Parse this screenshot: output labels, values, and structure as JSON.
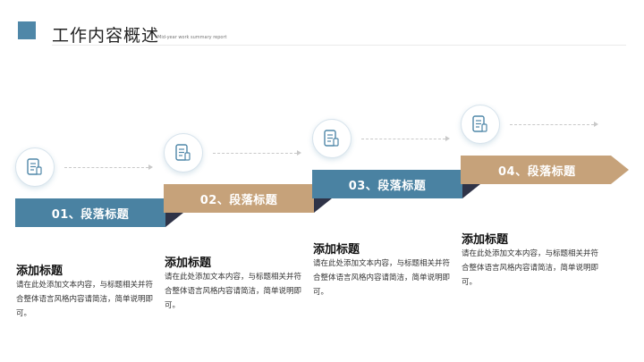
{
  "header": {
    "title": "工作内容概述",
    "subtitle": "Mid-year work summary report"
  },
  "colors": {
    "blue": "#4a82a2",
    "tan": "#c6a27a",
    "dark_fold": "#2f3347"
  },
  "steps": [
    {
      "label": "01、段落标题",
      "color": "blue",
      "icon": "document-icon",
      "title": "添加标题",
      "text": "请在此处添加文本内容，与标题相关并符合整体语言风格内容请简洁，简单说明即可。"
    },
    {
      "label": "02、段落标题",
      "color": "tan",
      "icon": "document-icon",
      "title": "添加标题",
      "text": "请在此处添加文本内容，与标题相关并符合整体语言风格内容请简洁，简单说明即可。"
    },
    {
      "label": "03、段落标题",
      "color": "blue",
      "icon": "document-icon",
      "title": "添加标题",
      "text": "请在此处添加文本内容，与标题相关并符合整体语言风格内容请简洁，简单说明即可。"
    },
    {
      "label": "04、段落标题",
      "color": "tan",
      "icon": "document-icon",
      "title": "添加标题",
      "text": "请在此处添加文本内容，与标题相关并符合整体语言风格内容请简洁，简单说明即可。"
    }
  ]
}
